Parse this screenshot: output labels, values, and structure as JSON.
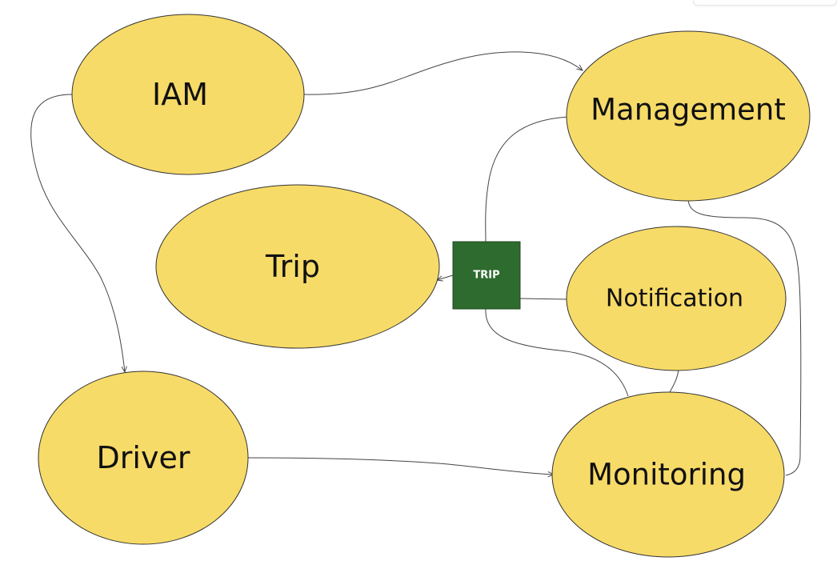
{
  "colors": {
    "node_fill": "#F7DB68",
    "hub_fill": "#2E6B2E",
    "edge": "#444444"
  },
  "nodes": {
    "iam": "IAM",
    "management": "Management",
    "trip": "Trip",
    "notification": "Notification",
    "driver": "Driver",
    "monitoring": "Monitoring"
  },
  "hub": {
    "label": "TRIP"
  }
}
